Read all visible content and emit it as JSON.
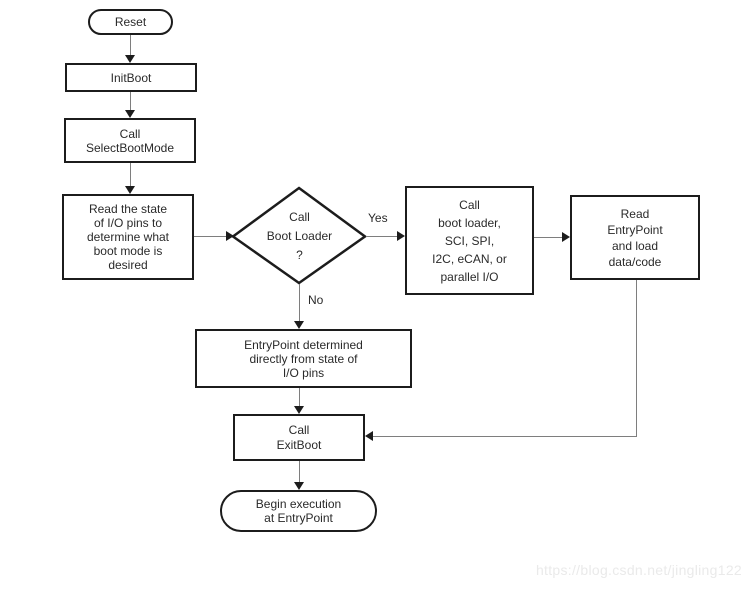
{
  "diagram_type": "flowchart",
  "nodes": {
    "reset": "Reset",
    "init_boot": "InitBoot",
    "select_boot_mode": "Call\nSelectBootMode",
    "read_io_state": "Read the state\nof I/O pins to\ndetermine what\nboot mode is\ndesired",
    "call_boot_loader_decision": "Call\nBoot Loader\n?",
    "call_boot_loader": "Call\nboot loader,\nSCI, SPI,\nI2C, eCAN, or\nparallel I/O",
    "read_entrypoint": "Read\nEntryPoint\nand load\ndata/code",
    "entrypoint_determined": "EntryPoint determined\ndirectly from state of\nI/O pins",
    "call_exit_boot": "Call\nExitBoot",
    "begin_execution": "Begin execution\nat EntryPoint"
  },
  "edge_labels": {
    "yes": "Yes",
    "no": "No"
  },
  "watermark": "https://blog.csdn.net/jingling122",
  "colors": {
    "background": "#ffffff",
    "node-border": "#1c1c1c",
    "connector": "#7e7e7e",
    "arrowhead": "#1c1c1c",
    "text": "#2a2a2a",
    "watermark": "#eaeaea"
  }
}
